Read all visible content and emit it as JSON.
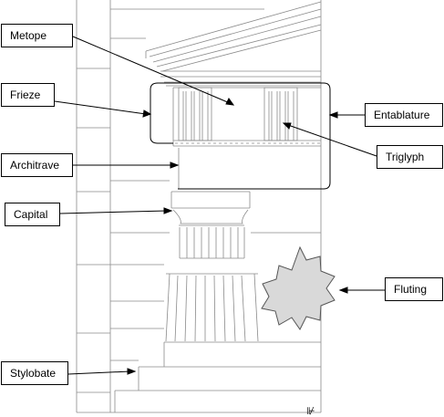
{
  "labels": {
    "metope": "Metope",
    "frieze": "Frieze",
    "architrave": "Architrave",
    "capital": "Capital",
    "stylobate": "Stylobate",
    "entablature": "Entablature",
    "triglyph": "Triglyph",
    "fluting": "Fluting"
  },
  "colors": {
    "line": "#000000",
    "drawing": "#8a8a8a",
    "fluting_fill": "#d9d9d9"
  }
}
